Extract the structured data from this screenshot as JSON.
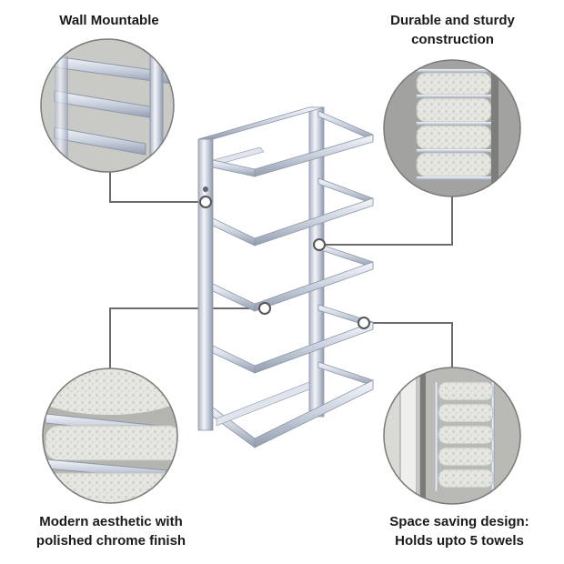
{
  "features": {
    "wall_mountable": {
      "line1": "Wall Mountable"
    },
    "durable": {
      "line1": "Durable and sturdy",
      "line2": "construction"
    },
    "modern": {
      "line1": "Modern aesthetic with",
      "line2": "polished chrome finish"
    },
    "space_saving": {
      "line1": "Space saving design:",
      "line2": "Holds upto 5 towels"
    }
  },
  "colors": {
    "text": "#1a1a1a",
    "callout_line": "#6b6b6b",
    "chrome_light": "#eef1f7",
    "chrome_mid": "#c7cfdc",
    "chrome_dark": "#8d97a8",
    "circle_bg": "#9a9a98",
    "towel": "#e3e3de"
  },
  "icons": {
    "product": "towel-rack-illustration",
    "marker": "callout-dot-icon"
  }
}
